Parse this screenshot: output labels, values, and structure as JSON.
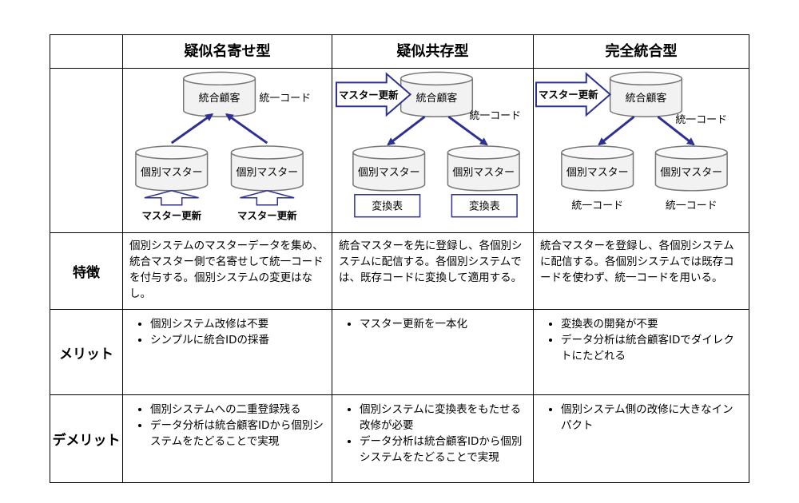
{
  "columns": {
    "col1": "疑似名寄せ型",
    "col2": "疑似共存型",
    "col3": "完全統合型"
  },
  "diagrams": {
    "d1": {
      "central": "統合顧客",
      "code_label": "統一コード",
      "left_master": "個別マスター",
      "right_master": "個別マスター",
      "left_update": "マスター更新",
      "right_update": "マスター更新"
    },
    "d2": {
      "central": "統合顧客",
      "update": "マスター更新",
      "code_label": "統一コード",
      "left_master": "個別マスター",
      "right_master": "個別マスター",
      "left_table": "変換表",
      "right_table": "変換表"
    },
    "d3": {
      "central": "統合顧客",
      "update": "マスター更新",
      "code_label": "統一コード",
      "left_master": "個別マスター",
      "right_master": "個別マスター",
      "left_code": "統一コード",
      "right_code": "統一コード"
    }
  },
  "rows": {
    "feature": {
      "label": "特徴",
      "col1": "個別システムのマスターデータを集め、統合マスター側で名寄せして統一コードを付与する。個別システムの変更はなし。",
      "col2": "統合マスターを先に登録し、各個別システムに配信する。各個別システムでは、既存コードに変換して適用する。",
      "col3": "統合マスターを登録し、各個別システムに配信する。各個別システムでは既存コードを使わず、統一コードを用いる。"
    },
    "merit": {
      "label": "メリット",
      "col1": [
        "個別システム改修は不要",
        "シンプルに統合IDの採番"
      ],
      "col2": [
        "マスター更新を一本化"
      ],
      "col3": [
        "変換表の開発が不要",
        "データ分析は統合顧客IDでダイレクトにたどれる"
      ]
    },
    "demerit": {
      "label": "デメリット",
      "col1": [
        "個別システムへの二重登録残る",
        "データ分析は統合顧客IDから個別システムをたどることで実現"
      ],
      "col2": [
        "個別システムに変換表をもたせる改修が必要",
        "データ分析は統合顧客IDから個別システムをたどることで実現"
      ],
      "col3": [
        "個別システム側の改修に大きなインパクト"
      ]
    }
  },
  "colors": {
    "arrow": "#2e3192",
    "border": "#000000"
  }
}
